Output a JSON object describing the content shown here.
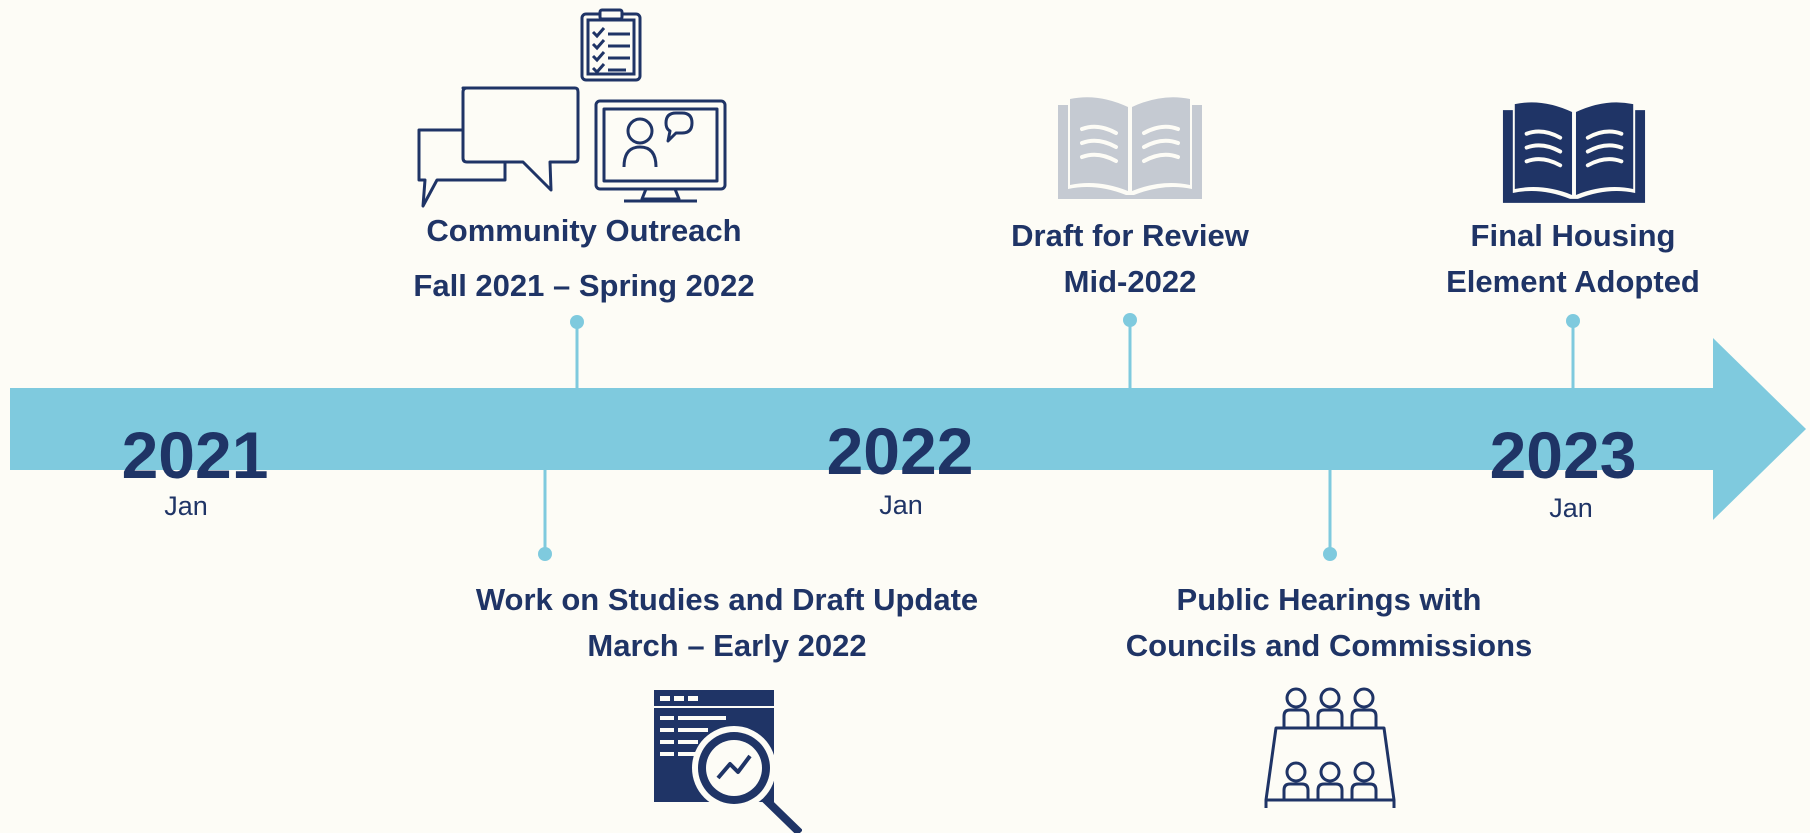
{
  "colors": {
    "background": "#fdfcf6",
    "arrow": "#7fcade",
    "navy": "#1f3466",
    "muted_book": "#c5cad2"
  },
  "years": [
    {
      "year": "2021",
      "month": "Jan"
    },
    {
      "year": "2022",
      "month": "Jan"
    },
    {
      "year": "2023",
      "month": "Jan"
    }
  ],
  "milestones": {
    "community_outreach": {
      "line1": "Community Outreach",
      "line2": "Fall 2021 – Spring 2022",
      "icon": "outreach-icons"
    },
    "studies": {
      "line1": "Work on Studies and Draft Update",
      "line2": "March – Early 2022",
      "icon": "analysis-magnifier-icon"
    },
    "draft_review": {
      "line1": "Draft for Review",
      "line2": "Mid-2022",
      "icon": "open-book-icon"
    },
    "public_hearings": {
      "line1": "Public Hearings with",
      "line2": "Councils and Commissions",
      "icon": "meeting-table-icon"
    },
    "final_adopted": {
      "line1": "Final Housing",
      "line2": "Element Adopted",
      "icon": "open-book-icon"
    }
  }
}
